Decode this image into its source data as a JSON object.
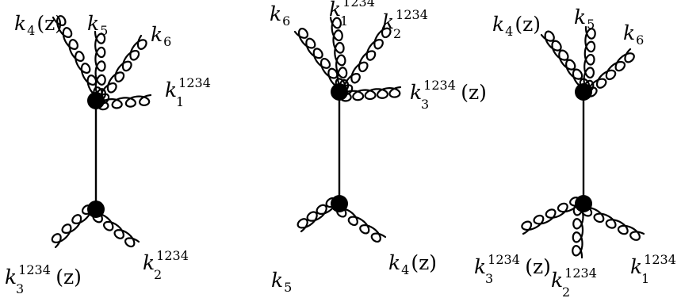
{
  "diagrams": [
    {
      "top_labels": [
        {
          "base": "k",
          "sub": "4",
          "sup": "",
          "arg": "(z)"
        },
        {
          "base": "k",
          "sub": "5",
          "sup": "",
          "arg": ""
        },
        {
          "base": "k",
          "sub": "6",
          "sup": "",
          "arg": ""
        },
        {
          "base": "k",
          "sub": "1",
          "sup": "1234",
          "arg": ""
        }
      ],
      "bottom_labels": [
        {
          "base": "k",
          "sub": "3",
          "sup": "1234",
          "arg": "(z)"
        },
        {
          "base": "k",
          "sub": "2",
          "sup": "1234",
          "arg": ""
        }
      ]
    },
    {
      "top_labels": [
        {
          "base": "k",
          "sub": "6",
          "sup": "",
          "arg": ""
        },
        {
          "base": "k",
          "sub": "1",
          "sup": "1234",
          "arg": ""
        },
        {
          "base": "k",
          "sub": "2",
          "sup": "1234",
          "arg": ""
        },
        {
          "base": "k",
          "sub": "3",
          "sup": "1234",
          "arg": "(z)"
        }
      ],
      "bottom_labels": [
        {
          "base": "k",
          "sub": "5",
          "sup": "",
          "arg": ""
        },
        {
          "base": "k",
          "sub": "4",
          "sup": "",
          "arg": "(z)"
        }
      ]
    },
    {
      "top_labels": [
        {
          "base": "k",
          "sub": "4",
          "sup": "",
          "arg": "(z)"
        },
        {
          "base": "k",
          "sub": "5",
          "sup": "",
          "arg": ""
        },
        {
          "base": "k",
          "sub": "6",
          "sup": "",
          "arg": ""
        }
      ],
      "bottom_labels": [
        {
          "base": "k",
          "sub": "3",
          "sup": "1234",
          "arg": "(z)"
        },
        {
          "base": "k",
          "sub": "2",
          "sup": "1234",
          "arg": ""
        },
        {
          "base": "k",
          "sub": "1",
          "sup": "1234",
          "arg": ""
        }
      ]
    }
  ]
}
